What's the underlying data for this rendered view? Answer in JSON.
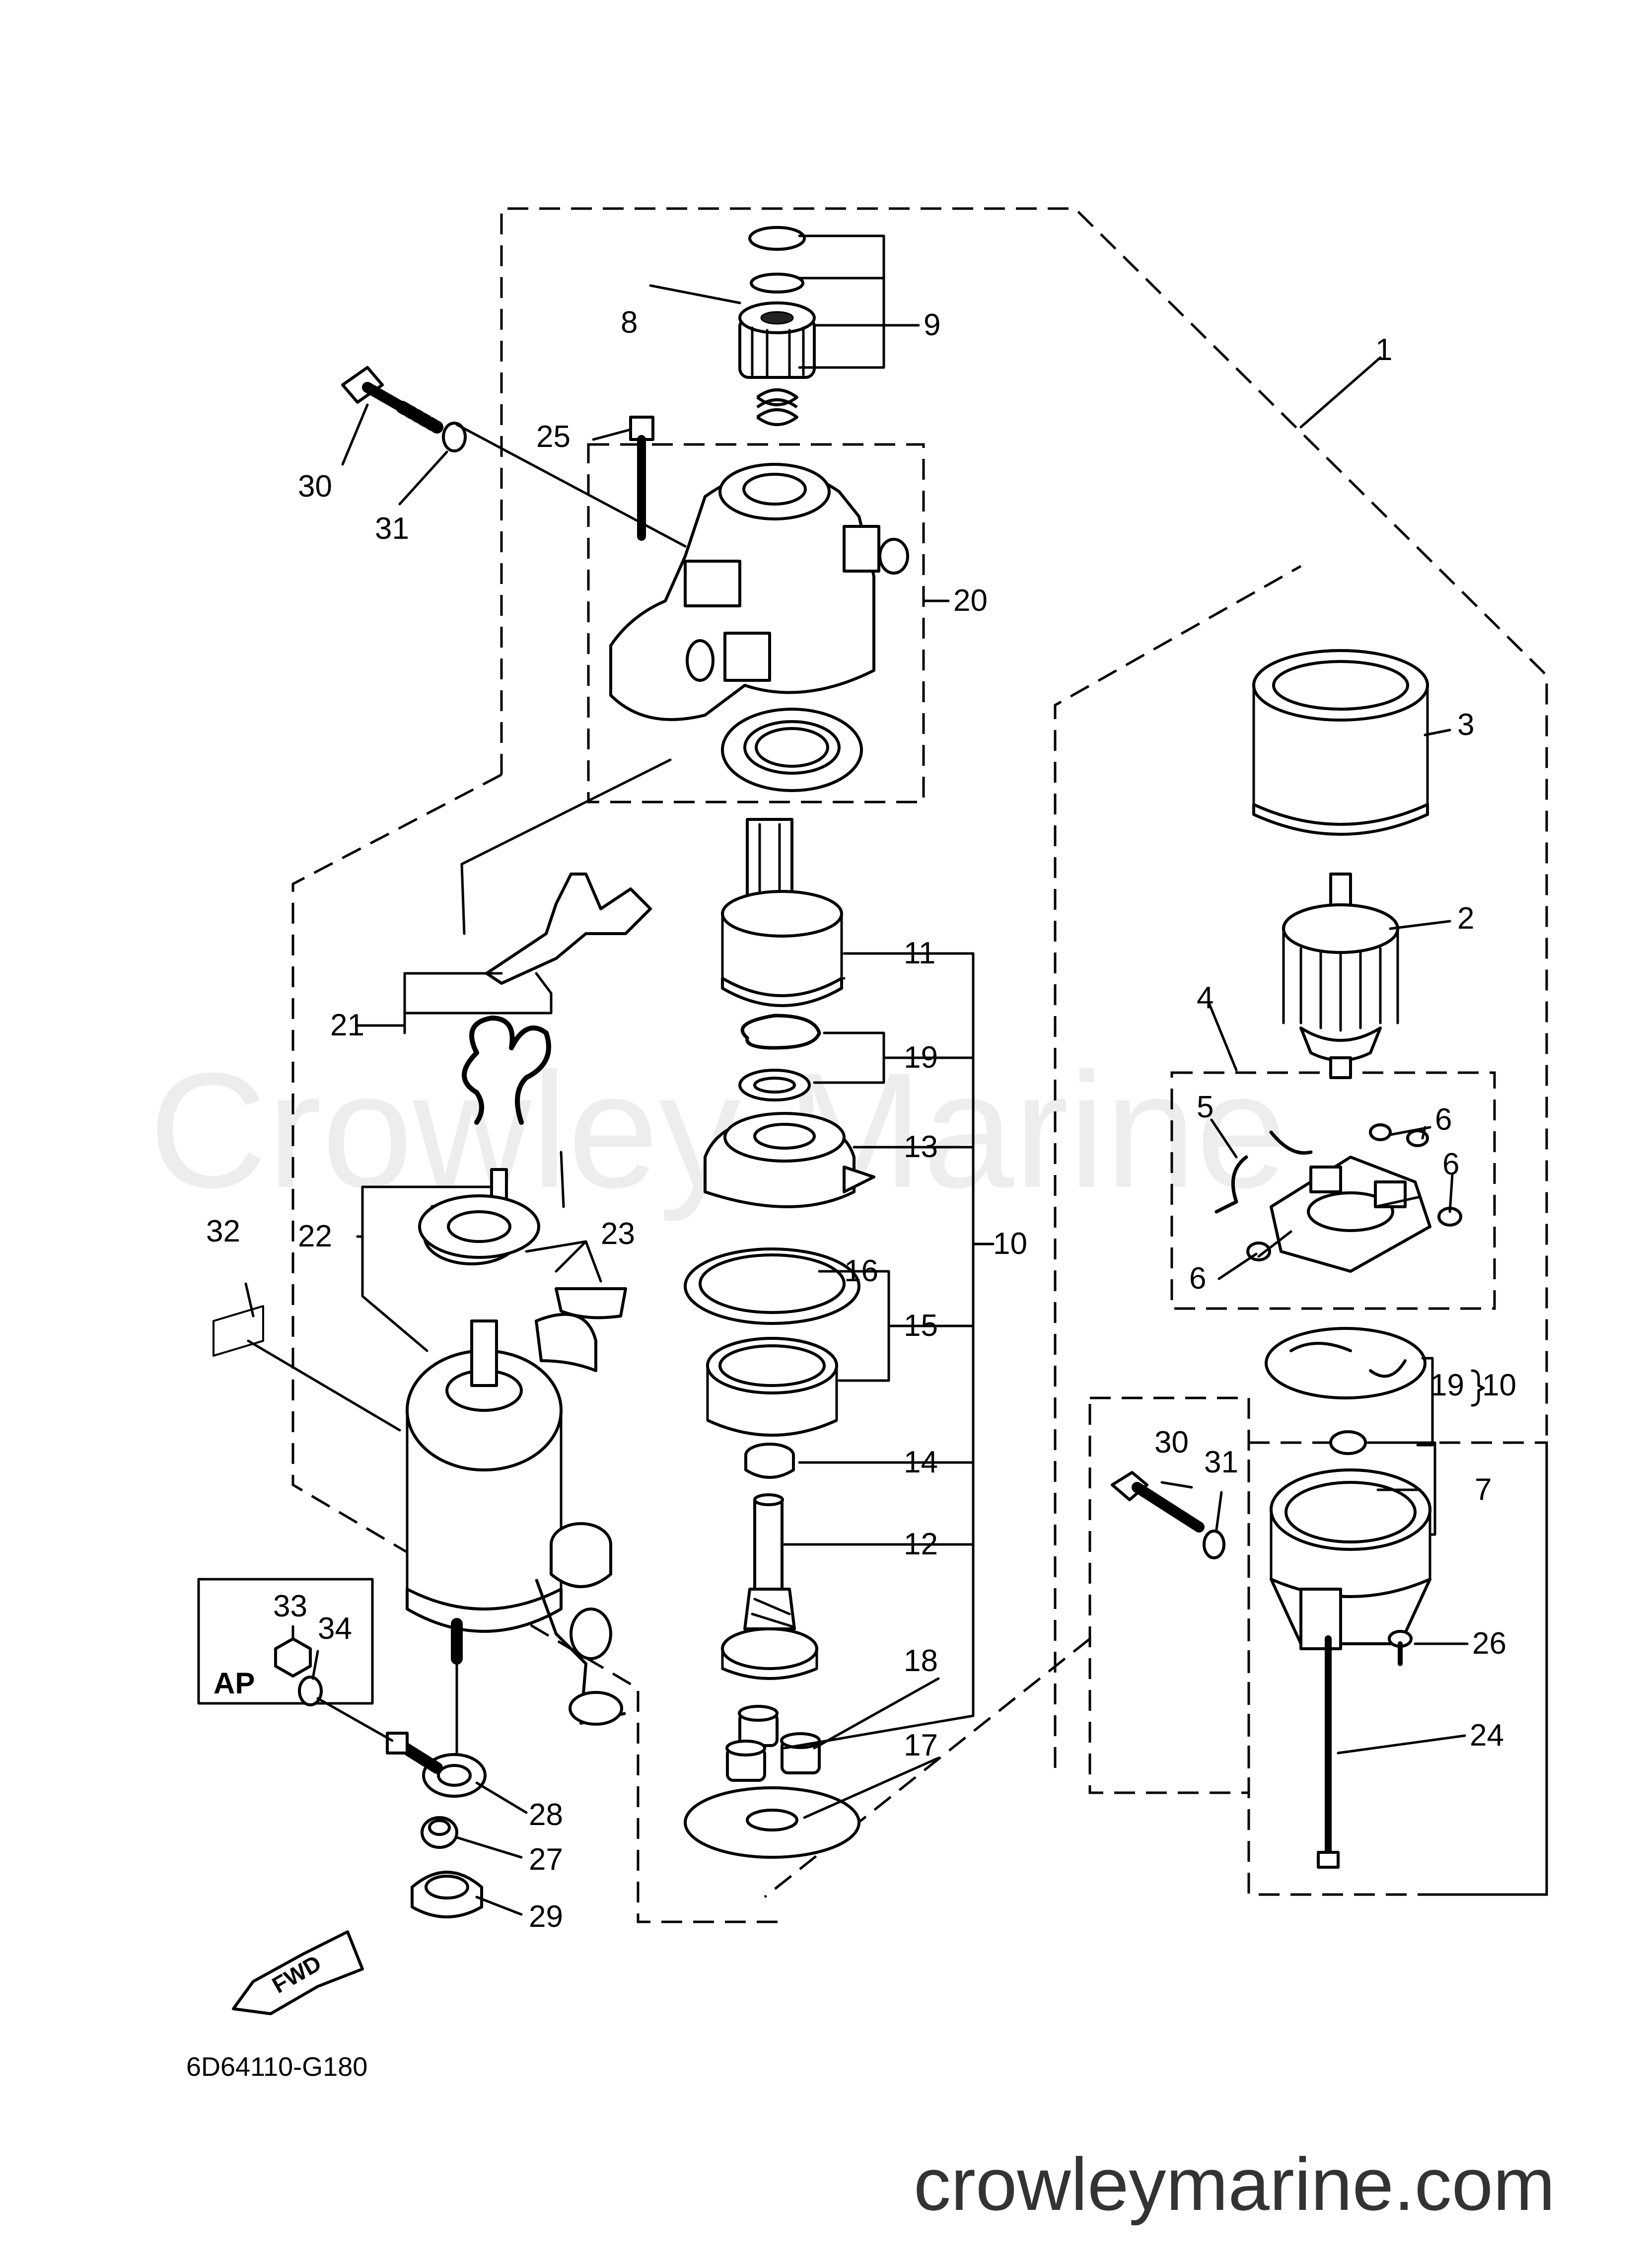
{
  "watermark": "Crowley Marine",
  "website": "crowleymarine.com",
  "diagram_code": "6D64110-G180",
  "ap_label": "AP",
  "fwd_label": "FWD",
  "callouts": {
    "c1": "1",
    "c2": "2",
    "c3": "3",
    "c4": "4",
    "c5": "5",
    "c6a": "6",
    "c6b": "6",
    "c6c": "6",
    "c7": "7",
    "c8": "8",
    "c9": "9",
    "c10": "10",
    "c11": "11",
    "c12": "12",
    "c13": "13",
    "c14": "14",
    "c15": "15",
    "c16": "16",
    "c17": "17",
    "c18": "18",
    "c19": "19",
    "c19b": "19",
    "c10b": "10",
    "c20": "20",
    "c21": "21",
    "c22": "22",
    "c23": "23",
    "c24": "24",
    "c25": "25",
    "c26": "26",
    "c27": "27",
    "c28": "28",
    "c29": "29",
    "c30a": "30",
    "c31a": "31",
    "c30b": "30",
    "c31b": "31",
    "c32": "32",
    "c33": "33",
    "c34": "34"
  }
}
